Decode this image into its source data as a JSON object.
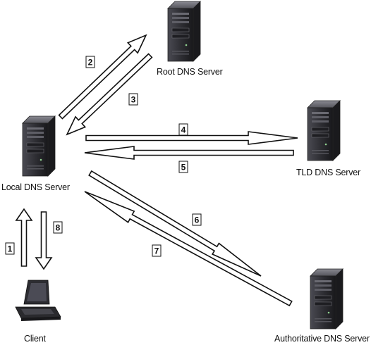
{
  "nodes": {
    "root": {
      "label": "Root DNS Server",
      "icon": "server-tower-icon"
    },
    "local": {
      "label": "Local DNS Server",
      "icon": "server-tower-icon"
    },
    "tld": {
      "label": "TLD DNS Server",
      "icon": "server-tower-icon"
    },
    "auth": {
      "label": "Authoritative DNS Server",
      "icon": "server-tower-icon"
    },
    "client": {
      "label": "Client",
      "icon": "laptop-icon"
    }
  },
  "steps": [
    "1",
    "2",
    "3",
    "4",
    "5",
    "6",
    "7",
    "8"
  ],
  "colors": {
    "server_body": "#2a2a2e",
    "server_face": "#3b3b41",
    "arrow_stroke": "#111111",
    "arrow_fill": "#ffffff"
  }
}
